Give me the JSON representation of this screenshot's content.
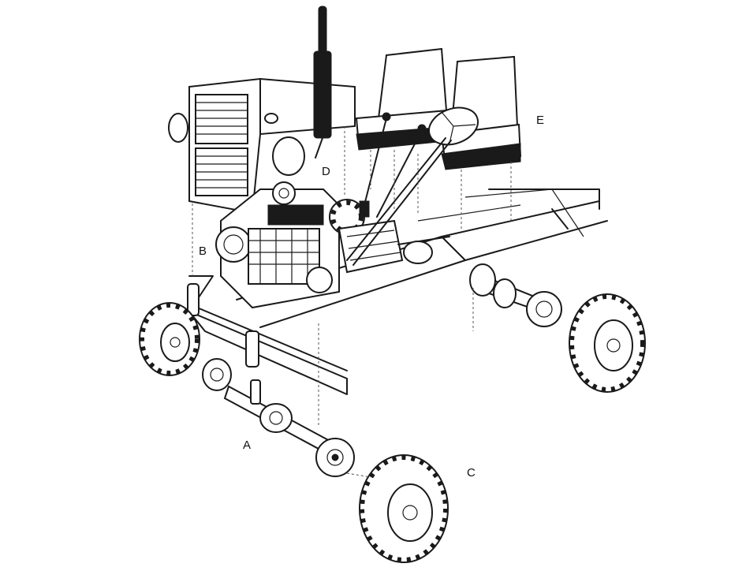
{
  "callouts": {
    "a": "A",
    "b": "B",
    "c": "C",
    "d": "D",
    "e": "E"
  }
}
